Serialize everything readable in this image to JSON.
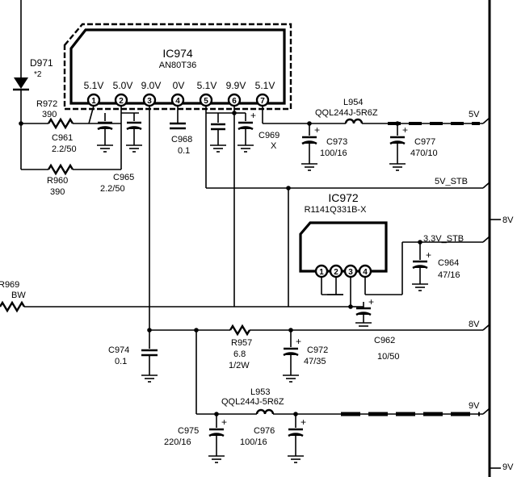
{
  "ic974": {
    "name": "IC974",
    "part": "AN80T36",
    "pins": [
      {
        "num": "1",
        "voltage": "5.1V"
      },
      {
        "num": "2",
        "voltage": "5.0V"
      },
      {
        "num": "3",
        "voltage": "9.0V"
      },
      {
        "num": "4",
        "voltage": "0V"
      },
      {
        "num": "5",
        "voltage": "5.1V"
      },
      {
        "num": "6",
        "voltage": "9.9V"
      },
      {
        "num": "7",
        "voltage": "5.1V"
      }
    ]
  },
  "ic972": {
    "name": "IC972",
    "part": "R1141Q331B-X",
    "pins": [
      "1",
      "2",
      "3",
      "4"
    ]
  },
  "components": {
    "d971": {
      "name": "D971",
      "note": "*2"
    },
    "r972": {
      "name": "R972",
      "value": "390"
    },
    "r960": {
      "name": "R960",
      "value": "390"
    },
    "c961": {
      "name": "C961",
      "value": "2.2/50"
    },
    "c965": {
      "name": "C965",
      "value": "2.2/50"
    },
    "c968": {
      "name": "C968",
      "value": "0.1"
    },
    "c969": {
      "name": "C969",
      "value": "X"
    },
    "l954": {
      "name": "L954",
      "value": "QQL244J-5R6Z"
    },
    "c973": {
      "name": "C973",
      "value": "100/16"
    },
    "c977": {
      "name": "C977",
      "value": "470/10"
    },
    "c964": {
      "name": "C964",
      "value": "47/16"
    },
    "r969": {
      "name": "R969",
      "value": "BW"
    },
    "c974": {
      "name": "C974",
      "value": "0.1"
    },
    "r957": {
      "name": "R957",
      "value": "6.8",
      "power": "1/2W"
    },
    "c972": {
      "name": "C972",
      "value": "47/35"
    },
    "c962": {
      "name": "C962",
      "value": "10/50"
    },
    "l953": {
      "name": "L953",
      "value": "QQL244J-5R6Z"
    },
    "c975": {
      "name": "C975",
      "value": "220/16"
    },
    "c976": {
      "name": "C976",
      "value": "100/16"
    }
  },
  "nets": {
    "v5": "5V",
    "v5stb": "5V_STB",
    "v33stb": "3.3V_STB",
    "v8": "8V",
    "v9": "9V",
    "edge_8v": "8V",
    "edge_9v": "9V"
  }
}
